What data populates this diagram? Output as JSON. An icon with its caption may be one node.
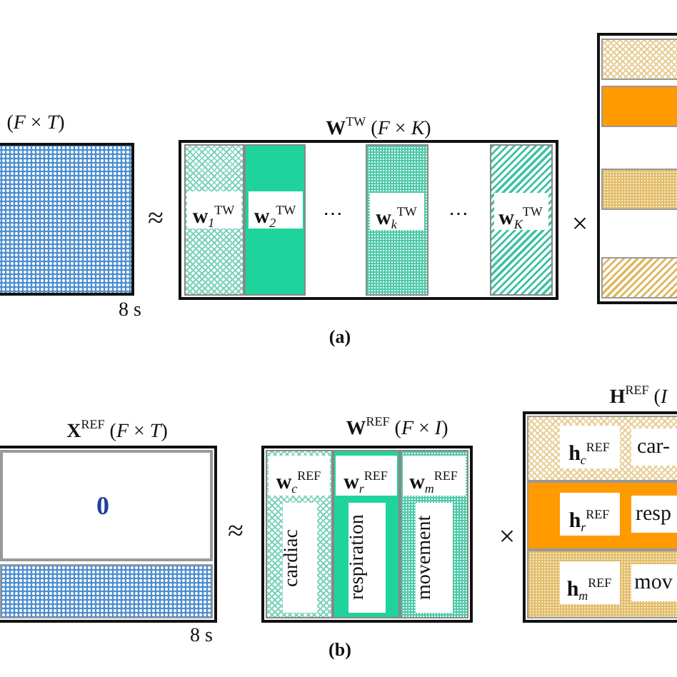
{
  "diagram": {
    "nodes": [
      {
        "text": [
          "(*F* × *T*)"
        ],
        "beside": [
          "8 s"
        ]
      },
      {
        "text": [
          "**W**$^{TW}$ (*F* × *K*)"
        ]
      },
      {
        "text": [
          "**w**$_{1}$$^{TW}$"
        ],
        "in": 1
      },
      {
        "text": [
          "**w**$_{2}$$^{TW}$"
        ],
        "in": 1
      },
      {
        "text": [
          "**w**$_{k}$$^{TW}$"
        ],
        "in": 1
      },
      {
        "text": [
          "**w**$_{K}$$^{TW}$"
        ],
        "in": 1
      },
      {
        "text": [],
        "shape": "box"
      },
      {
        "text": [],
        "shape": "bar",
        "in": 6
      },
      {
        "text": [],
        "shape": "bar",
        "in": 6
      },
      {
        "text": [],
        "shape": "bar",
        "in": 6
      },
      {
        "text": [],
        "shape": "bar",
        "in": 6
      },
      {
        "text": [
          "**X**$^{REF}$ (*F* × *T*)"
        ],
        "beside": [
          "8 s"
        ]
      },
      {
        "text": [
          "0"
        ],
        "in": 11
      },
      {
        "text": [],
        "shape": "bar",
        "in": 11
      },
      {
        "text": [
          "**W**$^{REF}$ (*F* × *I*)"
        ]
      },
      {
        "text": [
          "**w**$_{c}$$^{REF}$",
          "cardiac"
        ],
        "in": 14
      },
      {
        "text": [
          "**w**$_{r}$$^{REF}$",
          "respiration"
        ],
        "in": 14
      },
      {
        "text": [
          "**w**$_{m}$$^{REF}$",
          "movement"
        ],
        "in": 14
      },
      {
        "text": [
          "**H**$^{REF}$ (*I*"
        ]
      },
      {
        "text": [
          "**h**$_{c}$$^{REF}$",
          "car-"
        ],
        "in": 18
      },
      {
        "text": [
          "**h**$_{r}$$^{REF}$",
          "resp"
        ],
        "in": 18
      },
      {
        "text": [
          "**h**$_{m}$$^{REF}$",
          "mov"
        ],
        "in": 18
      }
    ],
    "labels": [
      "≈",
      "⋯",
      "⋯",
      "×",
      "(a)",
      "≈",
      "×",
      "(b)"
    ]
  }
}
